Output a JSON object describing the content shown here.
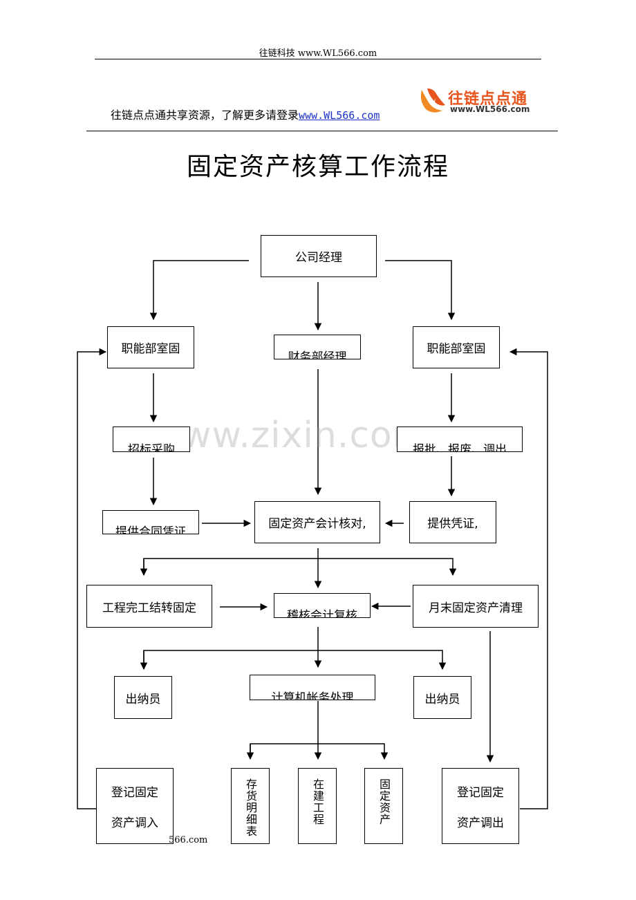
{
  "header": {
    "top_text": "往链科技 www.WL566.com",
    "promo_text": "往链点点通共享资源，了解更多请登录",
    "promo_link": "www.WL566.com",
    "logo_name": "往链点点通",
    "logo_url": "www.WL566.com"
  },
  "title": "固定资产核算工作流程",
  "watermark": "www.zixin.com.cn",
  "flow": {
    "manager": "公司经理",
    "dept_left": "职能部室固",
    "finance_manager": "财务部经理",
    "dept_right": "职能部室固",
    "bidding": "招标采购",
    "report": "报批、报废、调出",
    "provide_contract": "提供合同凭证",
    "accountant_check": "固定资产会计核对,",
    "provide_voucher": "提供凭证,",
    "project_transfer": "工程完工结转固定",
    "audit_recheck": "稽核会计复核",
    "month_end": "月末固定资产清理",
    "cashier_left": "出纳员",
    "computer_process": "计算机帐务处理",
    "cashier_right": "出纳员",
    "register_in_1": "登记固定",
    "register_in_2": "资产调入",
    "inventory": "存货明细表",
    "construction": "在建工程",
    "fixed_assets": "固定资产",
    "register_out_1": "登记固定",
    "register_out_2": "资产调出"
  },
  "footer": {
    "text": "566.com"
  }
}
